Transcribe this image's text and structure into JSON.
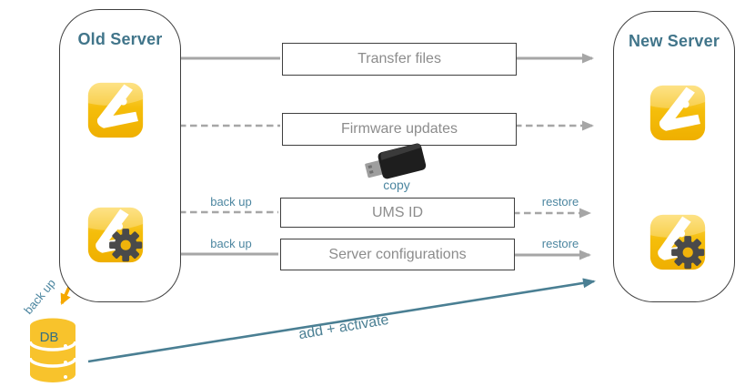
{
  "colors": {
    "teal_text": "#41758a",
    "teal_label": "#4c86a0",
    "teal_arrow": "#4a7f93",
    "gray_line": "#a6a6a6",
    "box_border": "#3f3f3f",
    "box_text": "#8c8c8c",
    "orange_arrow": "#f5a800",
    "icon_yellow": "#f5be0b",
    "db_yellow": "#f8c32c",
    "usb_black": "#1e1e1e"
  },
  "old_server": {
    "title": "Old Server"
  },
  "new_server": {
    "title": "New Server"
  },
  "steps": [
    {
      "label": "Transfer files",
      "style": "solid"
    },
    {
      "label": "Firmware updates",
      "style": "dashed"
    },
    {
      "label": "UMS ID",
      "style": "dashed",
      "left_label": "back up",
      "right_label": "restore"
    },
    {
      "label": "Server configurations",
      "style": "solid",
      "left_label": "back up",
      "right_label": "restore"
    }
  ],
  "usb": {
    "caption": "copy"
  },
  "database": {
    "label": "DB",
    "backup_label": "back up"
  },
  "migration_arrow": {
    "label": "add + activate"
  }
}
